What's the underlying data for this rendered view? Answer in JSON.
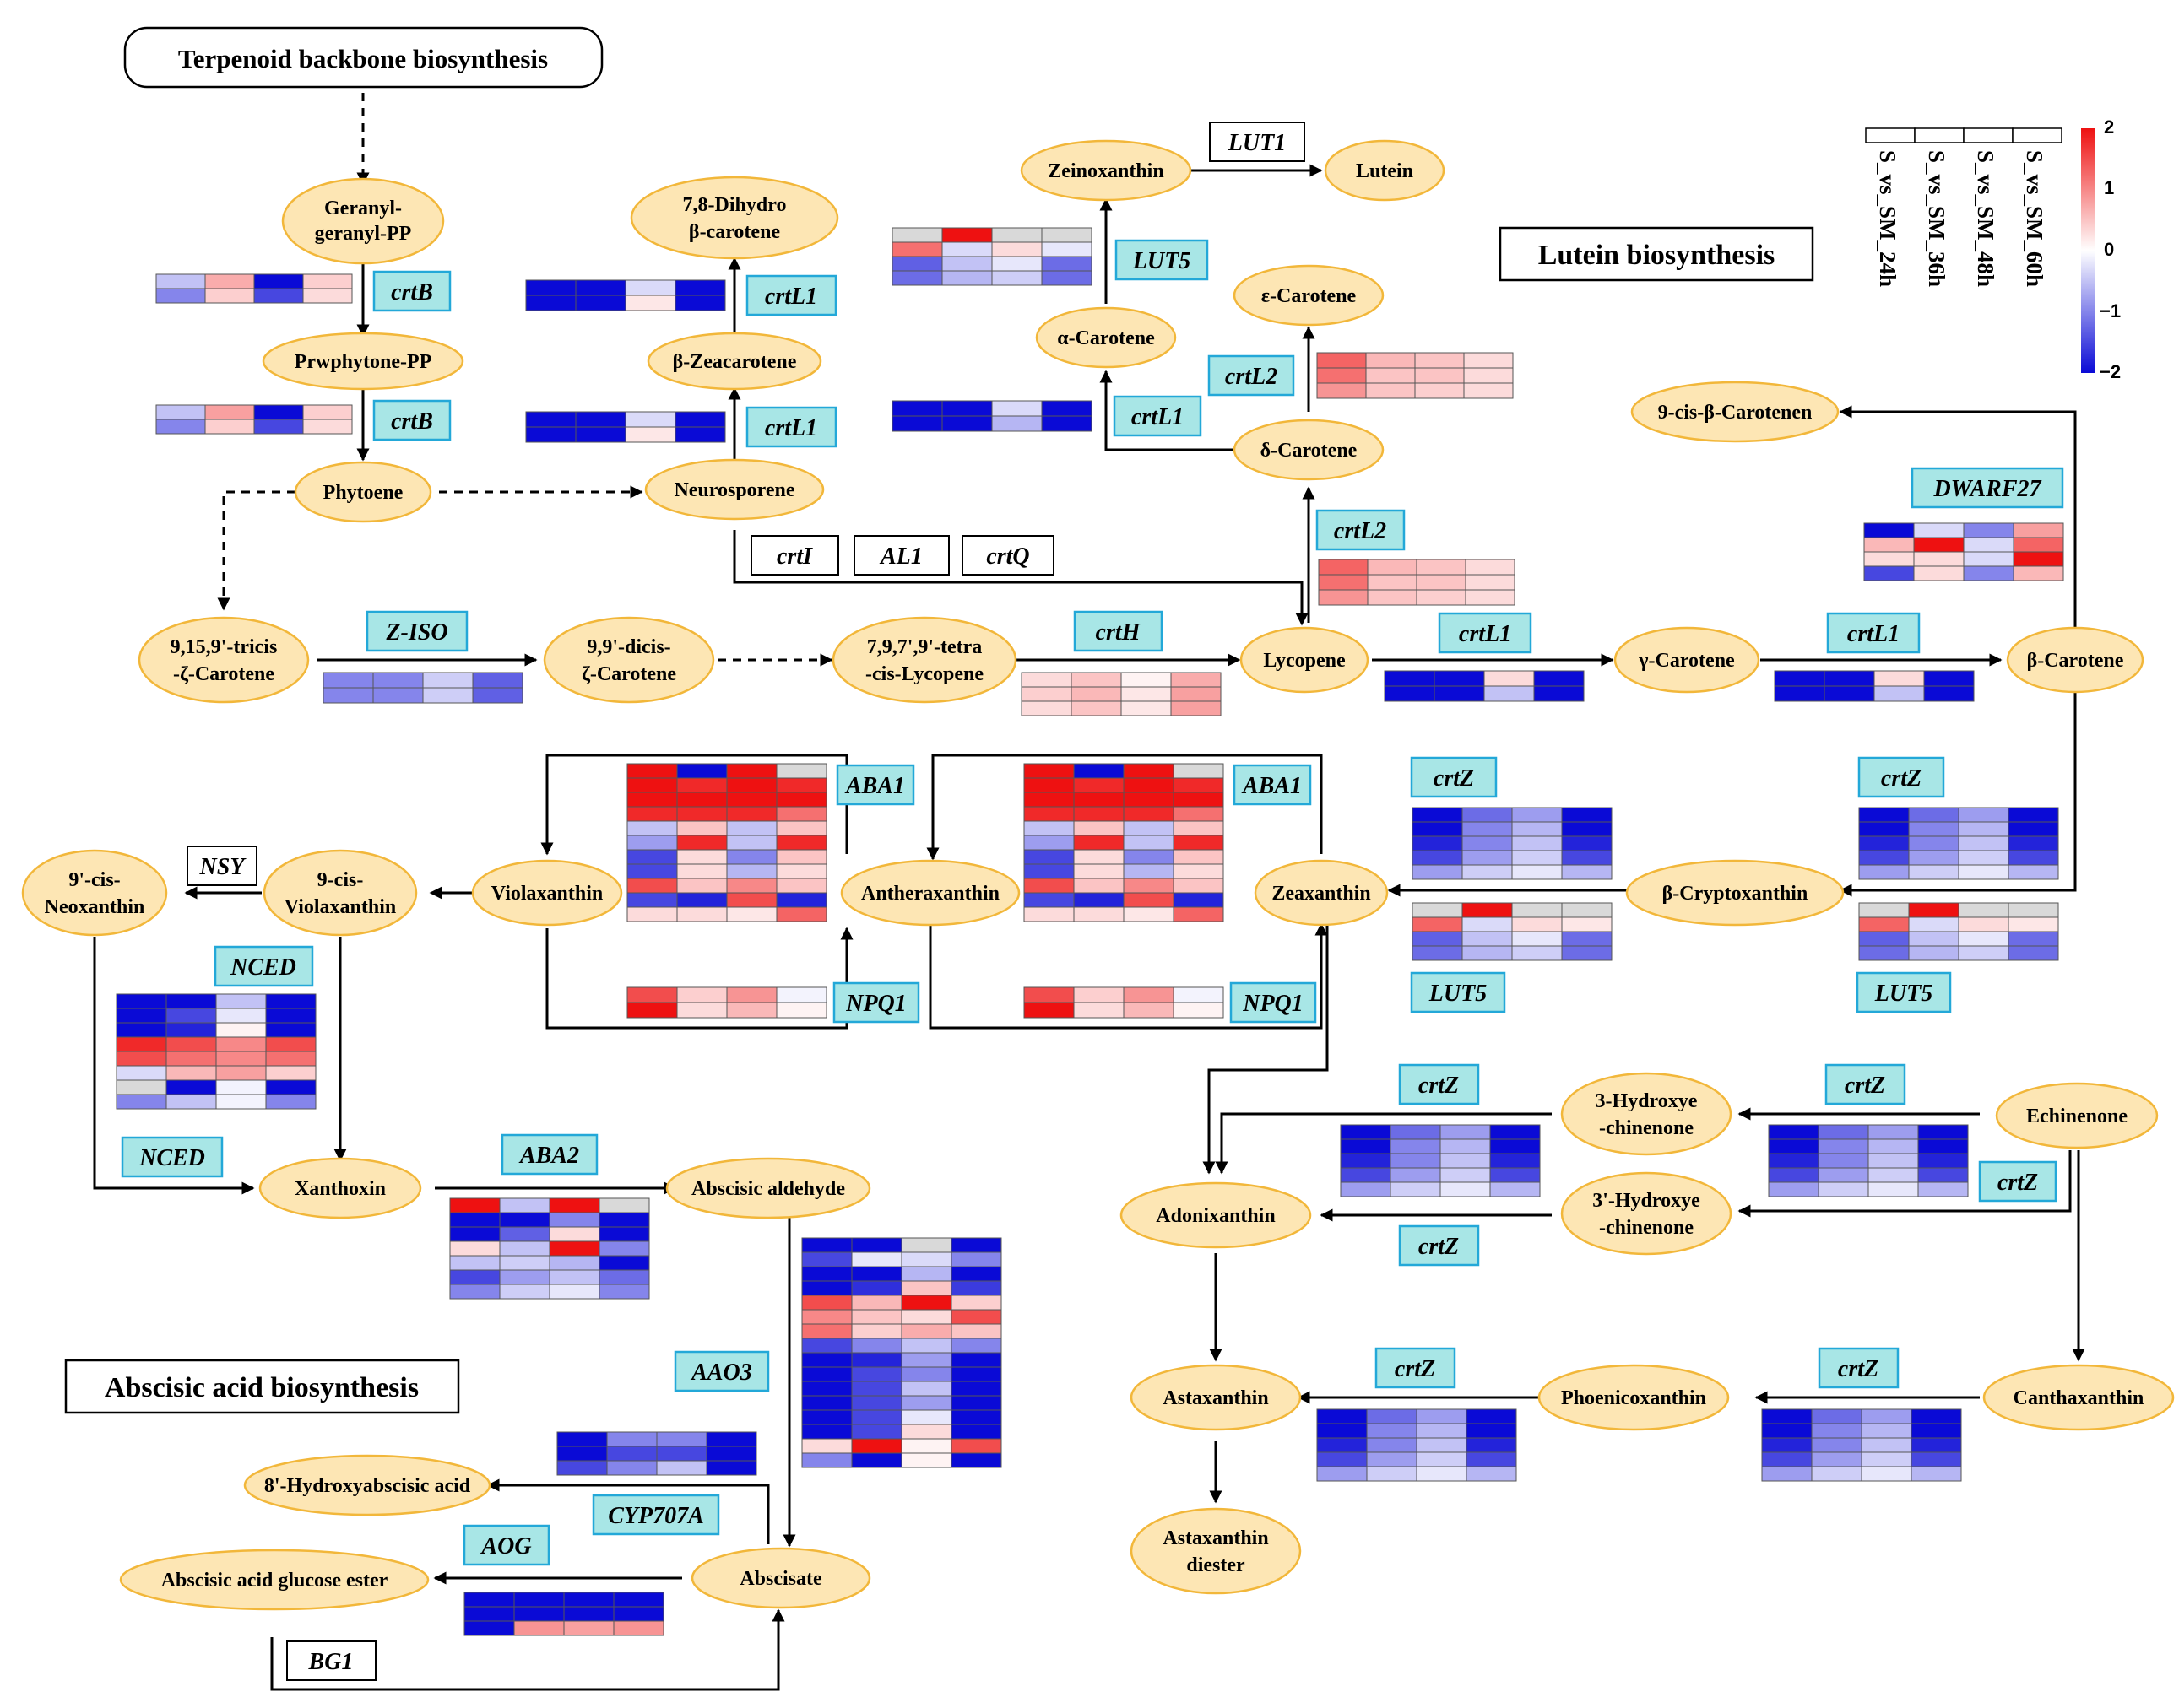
{
  "titles": {
    "terpenoid": "Terpenoid backbone biosynthesis",
    "lutein": "Lutein biosynthesis",
    "aba": "Abscisic acid biosynthesis"
  },
  "legend": {
    "columns": [
      "S_vs_SM_24h",
      "S_vs_SM_36h",
      "S_vs_SM_48h",
      "S_vs_SM_60h"
    ],
    "scale_labels": [
      "2",
      "1",
      "0",
      "−1",
      "−2"
    ],
    "color_max": "#ee1111",
    "color_mid": "#ffffff",
    "color_min": "#0a0ad6"
  },
  "metabolites": {
    "ggpp_l1": "Geranyl-",
    "ggpp_l2": "geranyl-PP",
    "prephytoene": "Prwphytone-PP",
    "phytoene": "Phytoene",
    "neurosporene": "Neurosporene",
    "dihydro_l1": "7,8-Dihydro",
    "dihydro_l2": "β-carotene",
    "zeacarotene": "β-Zeacarotene",
    "tricis_l1": "9,15,9'-tricis",
    "tricis_l2": "-ζ-Carotene",
    "dicis_l1": "9,9'-dicis-",
    "dicis_l2": "ζ-Carotene",
    "tetracis_l1": "7,9,7',9'-tetra",
    "tetracis_l2": "-cis-Lycopene",
    "lycopene": "Lycopene",
    "gamma_carotene": "γ-Carotene",
    "beta_carotene": "β-Carotene",
    "delta_carotene": "δ-Carotene",
    "epsilon_carotene": "ε-Carotene",
    "alpha_carotene": "α-Carotene",
    "zeinoxanthin": "Zeinoxanthin",
    "lutein": "Lutein",
    "cis_beta_carotene": "9-cis-β-Carotenen",
    "beta_cryptoxanthin": "β-Cryptoxanthin",
    "zeaxanthin": "Zeaxanthin",
    "antheraxanthin": "Antheraxanthin",
    "violaxanthin": "Violaxanthin",
    "cis_violax_l1": "9-cis-",
    "cis_violax_l2": "Violaxanthin",
    "cis_neox_l1": "9'-cis-",
    "cis_neox_l2": "Neoxanthin",
    "xanthoxin": "Xanthoxin",
    "abscisic_aldehyde": "Abscisic aldehyde",
    "abscisate": "Abscisate",
    "hydroxy_aba": "8'-Hydroxyabscisic acid",
    "aba_glucose": "Abscisic acid glucose ester",
    "echinenone": "Echinenone",
    "hydroxy3_l1": "3-Hydroxye",
    "hydroxy3_l2": "-chinenone",
    "hydroxy3p_l1": "3'-Hydroxye",
    "hydroxy3p_l2": "-chinenone",
    "adonixanthin": "Adonixanthin",
    "canthaxanthin": "Canthaxanthin",
    "phoenicoxanthin": "Phoenicoxanthin",
    "astaxanthin": "Astaxanthin",
    "asta_diester_l1": "Astaxanthin",
    "asta_diester_l2": "diester"
  },
  "genes": {
    "crtB_1": "crtB",
    "crtB_2": "crtB",
    "crtL1_a": "crtL1",
    "crtL1_b": "crtL1",
    "crtL1_c": "crtL1",
    "crtL1_d": "crtL1",
    "crtL1_e": "crtL1",
    "LUT1": "LUT1",
    "LUT5_a": "LUT5",
    "LUT5_b": "LUT5",
    "LUT5_c": "LUT5",
    "crtL2_a": "crtL2",
    "crtL2_b": "crtL2",
    "crtI": "crtI",
    "AL1": "AL1",
    "crtQ": "crtQ",
    "Z_ISO": "Z-ISO",
    "crtH": "crtH",
    "DWARF27": "DWARF27",
    "crtZ_a": "crtZ",
    "crtZ_b": "crtZ",
    "crtZ_c": "crtZ",
    "crtZ_d": "crtZ",
    "crtZ_e": "crtZ",
    "crtZ_f": "crtZ",
    "crtZ_g": "crtZ",
    "crtZ_h": "crtZ",
    "ABA1_a": "ABA1",
    "ABA1_b": "ABA1",
    "NPQ1_a": "NPQ1",
    "NPQ1_b": "NPQ1",
    "NSY": "NSY",
    "NCED_a": "NCED",
    "NCED_b": "NCED",
    "ABA2": "ABA2",
    "AAO3": "AAO3",
    "CYP707A": "CYP707A",
    "AOG": "AOG",
    "BG1": "BG1"
  },
  "heatmaps": {
    "crtB_1": [
      [
        -0.5,
        0.7,
        -2,
        0.4
      ],
      [
        -1,
        0.4,
        -1.5,
        0.3
      ]
    ],
    "crtB_2": [
      [
        -0.5,
        0.8,
        -2,
        0.4
      ],
      [
        -1,
        0.4,
        -1.5,
        0.3
      ]
    ],
    "crtL1_dihydro": [
      [
        -2,
        -2,
        -0.3,
        -2
      ],
      [
        -2,
        -2,
        0.2,
        -2
      ]
    ],
    "crtL1_zeaca": [
      [
        -2,
        -2,
        -0.3,
        -2
      ],
      [
        -2,
        -2,
        0.2,
        -2
      ]
    ],
    "lut5_alpha": [
      [
        "na",
        2,
        "na",
        "na"
      ],
      [
        1.2,
        -0.3,
        0.3,
        -0.2
      ],
      [
        -1.3,
        -0.5,
        -0.2,
        -1.2
      ],
      [
        -1.2,
        -0.6,
        -0.4,
        -1.2
      ]
    ],
    "crtL1_delta": [
      [
        -2,
        -2,
        -0.3,
        -2
      ],
      [
        -2,
        -2,
        -0.6,
        -2
      ]
    ],
    "crtL2_eps": [
      [
        1.3,
        0.6,
        0.5,
        0.3
      ],
      [
        1.2,
        0.5,
        0.5,
        0.3
      ],
      [
        0.9,
        0.5,
        0.4,
        0.3
      ]
    ],
    "crtL2_lyc": [
      [
        1.3,
        0.6,
        0.5,
        0.3
      ],
      [
        1.2,
        0.5,
        0.5,
        0.3
      ],
      [
        0.9,
        0.5,
        0.4,
        0.3
      ]
    ],
    "dwarf27": [
      [
        -2,
        -0.3,
        -1,
        0.8
      ],
      [
        0.6,
        2,
        -0.3,
        1.3
      ],
      [
        0.3,
        0.3,
        -0.3,
        2
      ],
      [
        -1.5,
        0.3,
        -1,
        0.6
      ]
    ],
    "z_iso": [
      [
        -1,
        -1,
        -0.4,
        -1.3
      ],
      [
        -1,
        -1,
        -0.4,
        -1.3
      ]
    ],
    "crtH": [
      [
        0.3,
        0.5,
        0.1,
        0.7
      ],
      [
        0.4,
        0.6,
        0.2,
        0.8
      ],
      [
        0.3,
        0.5,
        0.2,
        0.8
      ]
    ],
    "crtL1_gamma": [
      [
        -2,
        -2,
        0.3,
        -2
      ],
      [
        -2,
        -2,
        -0.5,
        -2
      ]
    ],
    "crtL1_beta": [
      [
        -2,
        -2,
        0.3,
        -2
      ],
      [
        -2,
        -2,
        -0.5,
        -2
      ]
    ],
    "aba1_a": [
      [
        2,
        -2,
        2,
        "na"
      ],
      [
        2,
        1.8,
        2,
        1.8
      ],
      [
        2,
        2,
        2,
        2
      ],
      [
        1.8,
        1.8,
        1.8,
        1.2
      ],
      [
        -0.5,
        0.5,
        -0.5,
        0.5
      ],
      [
        -0.8,
        1.8,
        -0.5,
        1.8
      ],
      [
        -1.5,
        0.3,
        -1,
        0.5
      ],
      [
        -1.5,
        0.3,
        -0.6,
        0.3
      ],
      [
        1.5,
        0.5,
        1,
        0.5
      ],
      [
        -1.5,
        -1.8,
        1.5,
        -1.8
      ],
      [
        0.3,
        0.3,
        0.2,
        1.3
      ]
    ],
    "aba1_b": [
      [
        2,
        -2,
        2,
        "na"
      ],
      [
        2,
        1.8,
        2,
        1.8
      ],
      [
        2,
        2,
        2,
        2
      ],
      [
        1.8,
        1.8,
        1.8,
        1.2
      ],
      [
        -0.5,
        0.5,
        -0.5,
        0.5
      ],
      [
        -0.8,
        1.8,
        -0.5,
        1.8
      ],
      [
        -1.5,
        0.3,
        -1,
        0.5
      ],
      [
        -1.5,
        0.3,
        -0.6,
        0.3
      ],
      [
        1.5,
        0.5,
        1,
        0.5
      ],
      [
        -1.5,
        -1.8,
        1.5,
        -1.8
      ],
      [
        0.3,
        0.3,
        0.2,
        1.3
      ]
    ],
    "npq1_a": [
      [
        1.5,
        0.4,
        0.9,
        -0.1
      ],
      [
        2,
        0.3,
        0.6,
        0.1
      ]
    ],
    "npq1_b": [
      [
        1.5,
        0.4,
        0.9,
        -0.1
      ],
      [
        2,
        0.3,
        0.6,
        0.1
      ]
    ],
    "crtZ_zea": [
      [
        -2,
        -1.2,
        -0.8,
        -2
      ],
      [
        -2,
        -1,
        -0.6,
        -2
      ],
      [
        -1.8,
        -1,
        -0.5,
        -1.8
      ],
      [
        -1.5,
        -0.8,
        -0.4,
        -1.5
      ],
      [
        -0.8,
        -0.4,
        -0.2,
        -0.6
      ]
    ],
    "lut5_zea": [
      [
        "na",
        2,
        "na",
        "na"
      ],
      [
        1.3,
        -0.3,
        0.3,
        0.2
      ],
      [
        -1.3,
        -0.5,
        -0.2,
        -1.2
      ],
      [
        -1.2,
        -0.6,
        -0.4,
        -1.2
      ]
    ],
    "crtZ_crypto": [
      [
        -2,
        -1.2,
        -0.8,
        -2
      ],
      [
        -2,
        -1,
        -0.6,
        -2
      ],
      [
        -1.8,
        -1,
        -0.5,
        -1.8
      ],
      [
        -1.5,
        -0.8,
        -0.4,
        -1.5
      ],
      [
        -0.8,
        -0.4,
        -0.2,
        -0.6
      ]
    ],
    "lut5_crypto": [
      [
        "na",
        2,
        "na",
        "na"
      ],
      [
        1.3,
        -0.3,
        0.3,
        0.2
      ],
      [
        -1.3,
        -0.5,
        -0.2,
        -1.2
      ],
      [
        -1.2,
        -0.6,
        -0.4,
        -1.2
      ]
    ],
    "nced": [
      [
        -2,
        -2,
        -0.5,
        -2
      ],
      [
        -2,
        -1.5,
        -0.2,
        -2
      ],
      [
        -2,
        -1.8,
        0.1,
        -2
      ],
      [
        1.8,
        1.5,
        1,
        1.5
      ],
      [
        1.5,
        1.2,
        1,
        1.2
      ],
      [
        -0.3,
        0.6,
        0.8,
        0.4
      ],
      [
        "na",
        -2,
        -0.1,
        -2
      ],
      [
        -1,
        -0.5,
        -0.1,
        -1
      ]
    ],
    "aba2": [
      [
        2,
        -0.5,
        2,
        "na"
      ],
      [
        -2,
        -2,
        -1,
        -2
      ],
      [
        -2,
        -1.3,
        0.3,
        -2
      ],
      [
        0.3,
        -0.5,
        2,
        -1
      ],
      [
        -0.5,
        -0.4,
        -0.6,
        -2
      ],
      [
        -1.5,
        -0.8,
        -0.5,
        -1.2
      ],
      [
        -1,
        -0.4,
        -0.2,
        -1
      ]
    ],
    "aao3": [
      [
        -2,
        -2,
        "na",
        -2
      ],
      [
        -1.5,
        -0.2,
        -0.3,
        -1
      ],
      [
        -2,
        -2,
        -0.6,
        -2
      ],
      [
        -2,
        -1.7,
        0.5,
        -1.6
      ],
      [
        1.5,
        0.6,
        2,
        0.4
      ],
      [
        1,
        0.5,
        0.3,
        1.5
      ],
      [
        1.2,
        0.4,
        0.7,
        0.5
      ],
      [
        -1.5,
        -1,
        -0.5,
        -1
      ],
      [
        -2,
        -1.8,
        -0.8,
        -2
      ],
      [
        -2,
        -1.5,
        -1,
        -2
      ],
      [
        -2,
        -1.5,
        -0.5,
        -2
      ],
      [
        -2,
        -1.5,
        -0.8,
        -2
      ],
      [
        -2,
        -1.5,
        -0.2,
        -2
      ],
      [
        -2,
        -1.5,
        0.3,
        -2
      ],
      [
        0.3,
        2,
        0.1,
        1.5
      ],
      [
        -1,
        -2,
        0.1,
        -2
      ]
    ],
    "cyp707a": [
      [
        -2,
        -1,
        -1,
        -2
      ],
      [
        -2,
        -1.5,
        -1.5,
        -2
      ],
      [
        -1.5,
        -1,
        -0.5,
        -2
      ]
    ],
    "aog": [
      [
        -2,
        -2,
        -2,
        -2
      ],
      [
        -2,
        -2,
        -2,
        -2
      ],
      [
        -2,
        0.9,
        0.8,
        0.9
      ]
    ],
    "crtZ_adonix": [
      [
        -2,
        -1.2,
        -0.8,
        -2
      ],
      [
        -2,
        -1,
        -0.6,
        -2
      ],
      [
        -1.8,
        -1,
        -0.5,
        -1.8
      ],
      [
        -1.5,
        -0.8,
        -0.4,
        -1.5
      ],
      [
        -0.8,
        -0.4,
        -0.2,
        -0.6
      ]
    ],
    "crtZ_echin": [
      [
        -2,
        -1.2,
        -0.8,
        -2
      ],
      [
        -2,
        -1,
        -0.6,
        -2
      ],
      [
        -1.8,
        -1,
        -0.5,
        -1.8
      ],
      [
        -1.5,
        -0.8,
        -0.4,
        -1.5
      ],
      [
        -0.8,
        -0.4,
        -0.2,
        -0.6
      ]
    ],
    "crtZ_asta": [
      [
        -2,
        -1.2,
        -0.8,
        -2
      ],
      [
        -2,
        -1,
        -0.6,
        -2
      ],
      [
        -1.8,
        -1,
        -0.5,
        -1.8
      ],
      [
        -1.5,
        -0.8,
        -0.4,
        -1.5
      ],
      [
        -0.8,
        -0.4,
        -0.2,
        -0.6
      ]
    ],
    "crtZ_phoen": [
      [
        -2,
        -1.2,
        -0.8,
        -2
      ],
      [
        -2,
        -1,
        -0.6,
        -2
      ],
      [
        -1.8,
        -1,
        -0.5,
        -1.8
      ],
      [
        -1.5,
        -0.8,
        -0.4,
        -1.5
      ],
      [
        -0.8,
        -0.4,
        -0.2,
        -0.6
      ]
    ]
  }
}
